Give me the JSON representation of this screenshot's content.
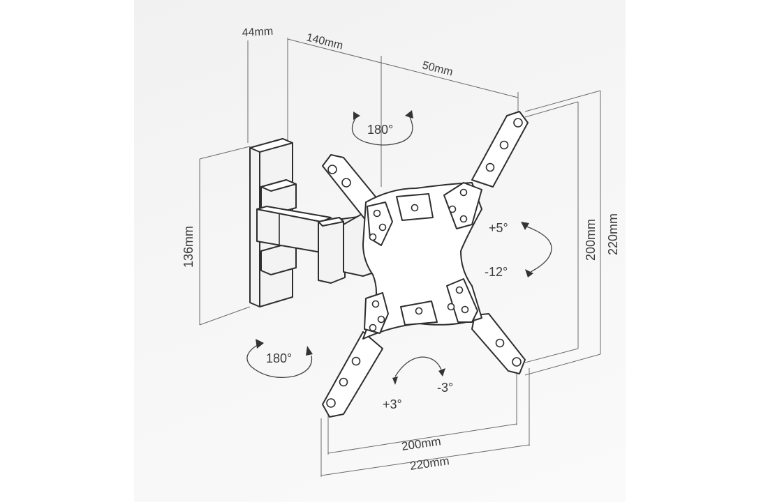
{
  "dimensions": {
    "wall_depth": "44mm",
    "arm_length": "140mm",
    "offset": "50mm",
    "plate_height": "136mm",
    "vesa_v_inner": "200mm",
    "vesa_v_outer": "220mm",
    "vesa_h_inner": "200mm",
    "vesa_h_outer": "220mm"
  },
  "rotations": {
    "swivel_top": "180°",
    "swivel_bottom": "180°",
    "tilt_up": "+5°",
    "tilt_down": "-12°",
    "level_plus": "+3°",
    "level_minus": "-3°"
  }
}
